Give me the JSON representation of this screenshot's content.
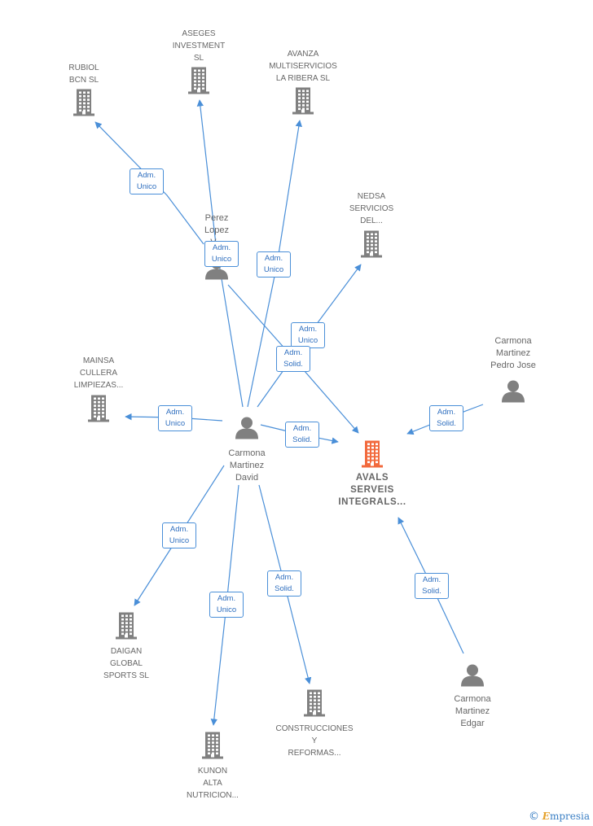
{
  "nodes": [
    {
      "id": "rubiol",
      "type": "company",
      "label": "RUBIOL\nBCN SL"
    },
    {
      "id": "aseges",
      "type": "company",
      "label": "ASEGES\nINVESTMENT\nSL"
    },
    {
      "id": "avanza",
      "type": "company",
      "label": "AVANZA\nMULTISERVICIOS\nLA RIBERA  SL"
    },
    {
      "id": "nedsa",
      "type": "company",
      "label": "NEDSA\nSERVICIOS\nDEL..."
    },
    {
      "id": "perez",
      "type": "person",
      "label": "Perez\nLopez\nV..."
    },
    {
      "id": "mainsa",
      "type": "company",
      "label": "MAINSA\nCULLERA\nLIMPIEZAS..."
    },
    {
      "id": "david",
      "type": "person",
      "label": "Carmona\nMartinez\nDavid"
    },
    {
      "id": "avals",
      "type": "company-main",
      "label": "AVALS\nSERVEIS\nINTEGRALS..."
    },
    {
      "id": "pedro",
      "type": "person",
      "label": "Carmona\nMartinez\nPedro Jose"
    },
    {
      "id": "daigan",
      "type": "company",
      "label": "DAIGAN\nGLOBAL\nSPORTS SL"
    },
    {
      "id": "kunon",
      "type": "company",
      "label": "KUNON\nALTA\nNUTRICION..."
    },
    {
      "id": "construcciones",
      "type": "company",
      "label": "CONSTRUCCIONES\nY\nREFORMAS..."
    },
    {
      "id": "edgar",
      "type": "person",
      "label": "Carmona\nMartinez\nEdgar"
    }
  ],
  "edges": [
    {
      "id": "e1",
      "from": "perez",
      "to": "rubiol",
      "label": "Adm.\nUnico"
    },
    {
      "id": "e2",
      "from": "david",
      "to": "aseges",
      "label": "Adm.\nUnico"
    },
    {
      "id": "e3",
      "from": "david",
      "to": "avanza",
      "label": "Adm.\nUnico"
    },
    {
      "id": "e4",
      "from": "david",
      "to": "nedsa",
      "label": "Adm.\nUnico"
    },
    {
      "id": "e5",
      "from": "perez",
      "to": "avals",
      "label": "Adm.\nSolid."
    },
    {
      "id": "e6",
      "from": "david",
      "to": "mainsa",
      "label": "Adm.\nUnico"
    },
    {
      "id": "e7",
      "from": "david",
      "to": "avals",
      "label": "Adm.\nSolid."
    },
    {
      "id": "e8",
      "from": "pedro",
      "to": "avals",
      "label": "Adm.\nSolid."
    },
    {
      "id": "e9",
      "from": "david",
      "to": "daigan",
      "label": "Adm.\nUnico"
    },
    {
      "id": "e10",
      "from": "david",
      "to": "kunon",
      "label": "Adm.\nUnico"
    },
    {
      "id": "e11",
      "from": "david",
      "to": "construcciones",
      "label": "Adm.\nSolid."
    },
    {
      "id": "e12",
      "from": "edgar",
      "to": "avals",
      "label": "Adm.\nSolid."
    },
    {
      "id": "e13",
      "from": "perez",
      "to": "aseges",
      "label": "Adm.\nUnico"
    }
  ],
  "colors": {
    "edge": "#4a8fd8",
    "company_icon": "#808080",
    "main_company_icon": "#f26a3d",
    "person_icon": "#808080",
    "label_text": "#666666"
  },
  "branding": {
    "copyright": "©",
    "brand_initial": "E",
    "brand_rest": "mpresia"
  }
}
